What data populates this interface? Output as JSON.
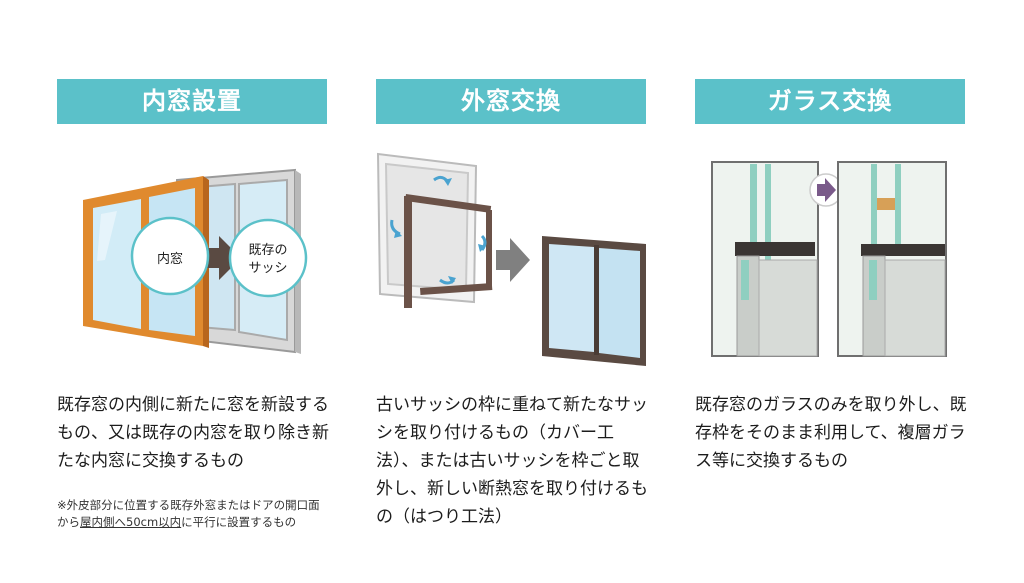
{
  "sections": [
    {
      "title": "内窓設置",
      "bubble_left": "内窓",
      "bubble_right_line1": "既存の",
      "bubble_right_line2": "サッシ",
      "description": "既存窓の内側に新たに窓を新設するもの、又は既存の内窓を取り除き新たな内窓に交換するもの",
      "note_prefix": "※外皮部分に位置する既存外窓またはドアの開口面から",
      "note_underlined": "屋内側へ50cm以内",
      "note_suffix": "に平行に設置するもの"
    },
    {
      "title": "外窓交換",
      "description": "古いサッシの枠に重ねて新たなサッシを取り付けるもの（カバー工法）、または古いサッシを枠ごと取外し、新しい断熱窓を取り付けるもの（はつり工法）"
    },
    {
      "title": "ガラス交換",
      "description": "既存窓のガラスのみを取り外し、既存枠をそのまま利用して、複層ガラス等に交換するもの"
    }
  ],
  "colors": {
    "header_bg": "#5bc1c9",
    "arrow_gray": "#808080",
    "arrow_purple": "#7a5a8a",
    "wood_frame": "#e08a2e",
    "metal_frame": "#5a4a42"
  }
}
